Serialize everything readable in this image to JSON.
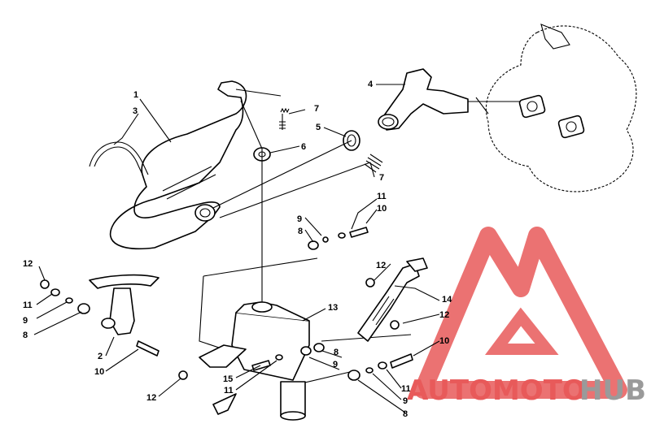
{
  "diagram": {
    "callouts": [
      {
        "id": "c1",
        "text": "1"
      },
      {
        "id": "c2",
        "text": "2"
      },
      {
        "id": "c3",
        "text": "3"
      },
      {
        "id": "c4",
        "text": "4"
      },
      {
        "id": "c5",
        "text": "5"
      },
      {
        "id": "c6",
        "text": "6"
      },
      {
        "id": "c7a",
        "text": "7"
      },
      {
        "id": "c7b",
        "text": "7"
      },
      {
        "id": "c8a",
        "text": "8"
      },
      {
        "id": "c8b",
        "text": "8"
      },
      {
        "id": "c8c",
        "text": "8"
      },
      {
        "id": "c8d",
        "text": "8"
      },
      {
        "id": "c9a",
        "text": "9"
      },
      {
        "id": "c9b",
        "text": "9"
      },
      {
        "id": "c9c",
        "text": "9"
      },
      {
        "id": "c9d",
        "text": "9"
      },
      {
        "id": "c10a",
        "text": "10"
      },
      {
        "id": "c10b",
        "text": "10"
      },
      {
        "id": "c10c",
        "text": "10"
      },
      {
        "id": "c11a",
        "text": "11"
      },
      {
        "id": "c11b",
        "text": "11"
      },
      {
        "id": "c11c",
        "text": "11"
      },
      {
        "id": "c11d",
        "text": "11"
      },
      {
        "id": "c12a",
        "text": "12"
      },
      {
        "id": "c12b",
        "text": "12"
      },
      {
        "id": "c12c",
        "text": "12"
      },
      {
        "id": "c12d",
        "text": "12"
      },
      {
        "id": "c13",
        "text": "13"
      },
      {
        "id": "c14",
        "text": "14"
      },
      {
        "id": "c15",
        "text": "15"
      }
    ]
  },
  "watermark": {
    "word_part1": "AUTOMOTO",
    "word_part2": "HUB",
    "color_primary": "#e85a5a",
    "color_secondary": "#9a9a9a"
  }
}
